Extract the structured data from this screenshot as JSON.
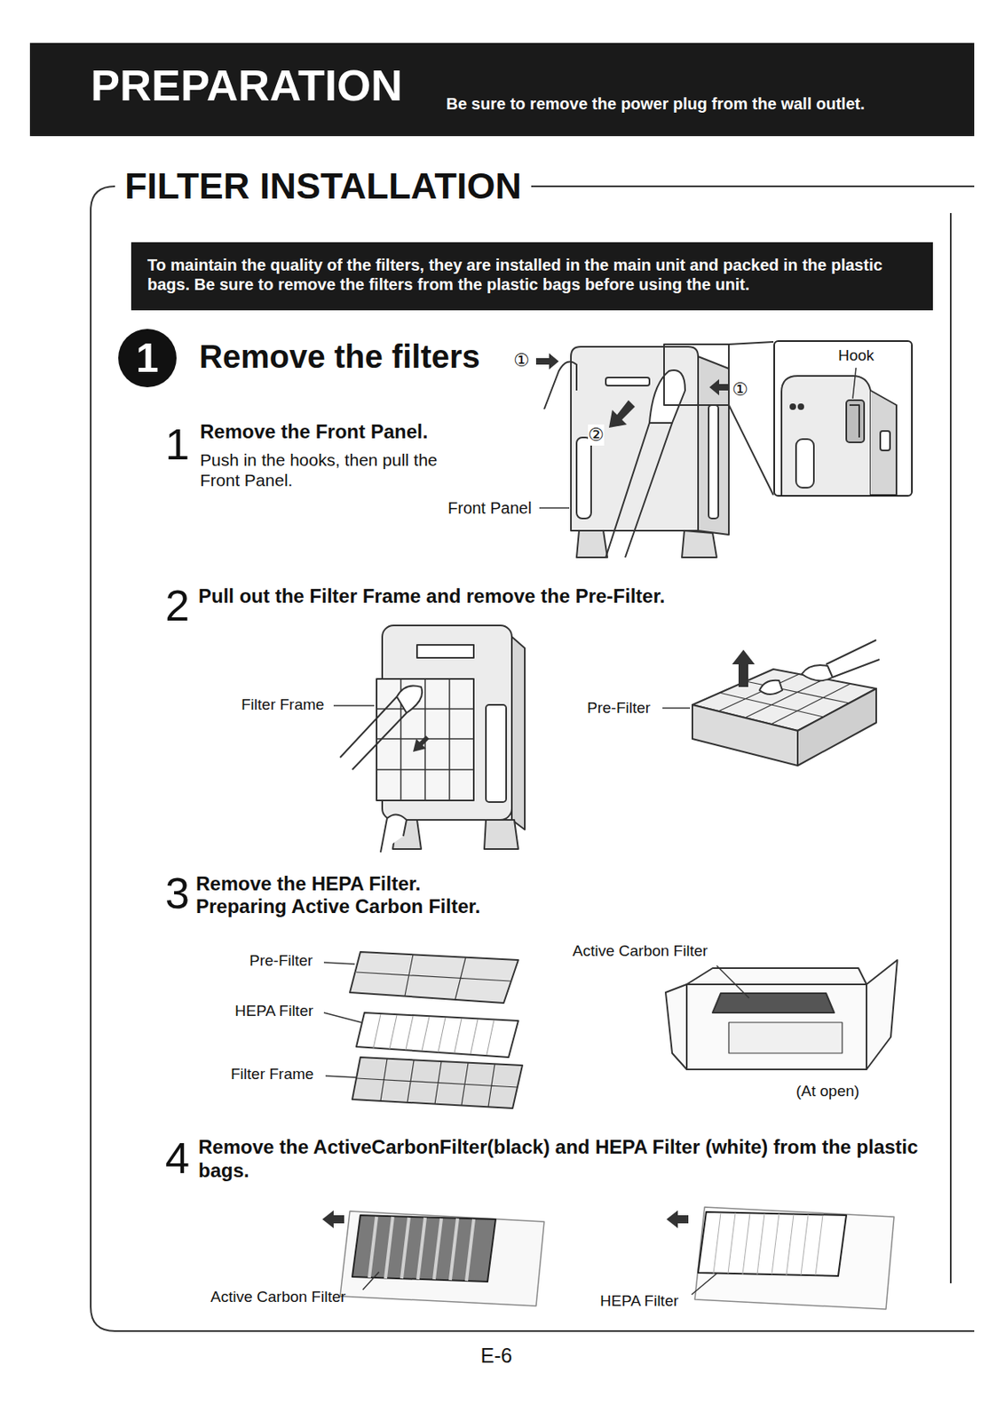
{
  "diagram": {
    "nodes": [
      {
        "text": [
          "PREPARATION",
          "Be sure to remove the power plug from the wall outlet."
        ]
      },
      {
        "text": [
          "FILTER INSTALLATION"
        ]
      },
      {
        "text": [
          "To maintain the quality of the filters, they are installed in the main unit and packed in the plastic bags. Be sure to remove the filters from the plastic bags before using the unit."
        ],
        "in": 1
      },
      {
        "text": [
          "1",
          "Remove the filters"
        ],
        "in": 1
      },
      {
        "text": [
          "Hook"
        ],
        "in": 1
      }
    ],
    "labels": [
      "1",
      "Remove the Front Panel.",
      "Push in the hooks, then pull the Front Panel.",
      "①",
      "②",
      "①",
      "Front Panel",
      "2",
      "Pull out the Filter Frame and remove the Pre-Filter.",
      "Filter Frame",
      "Pre-Filter",
      "3",
      "Remove the HEPA Filter.",
      "Preparing Active Carbon Filter.",
      "Pre-Filter",
      "HEPA Filter",
      "Filter Frame",
      "Active Carbon Filter",
      "(At open)",
      "4",
      "Remove the ActiveCarbonFilter(black) and HEPA Filter (white) from the plastic bags.",
      "Active Carbon Filter",
      "HEPA Filter",
      "E-6"
    ]
  }
}
